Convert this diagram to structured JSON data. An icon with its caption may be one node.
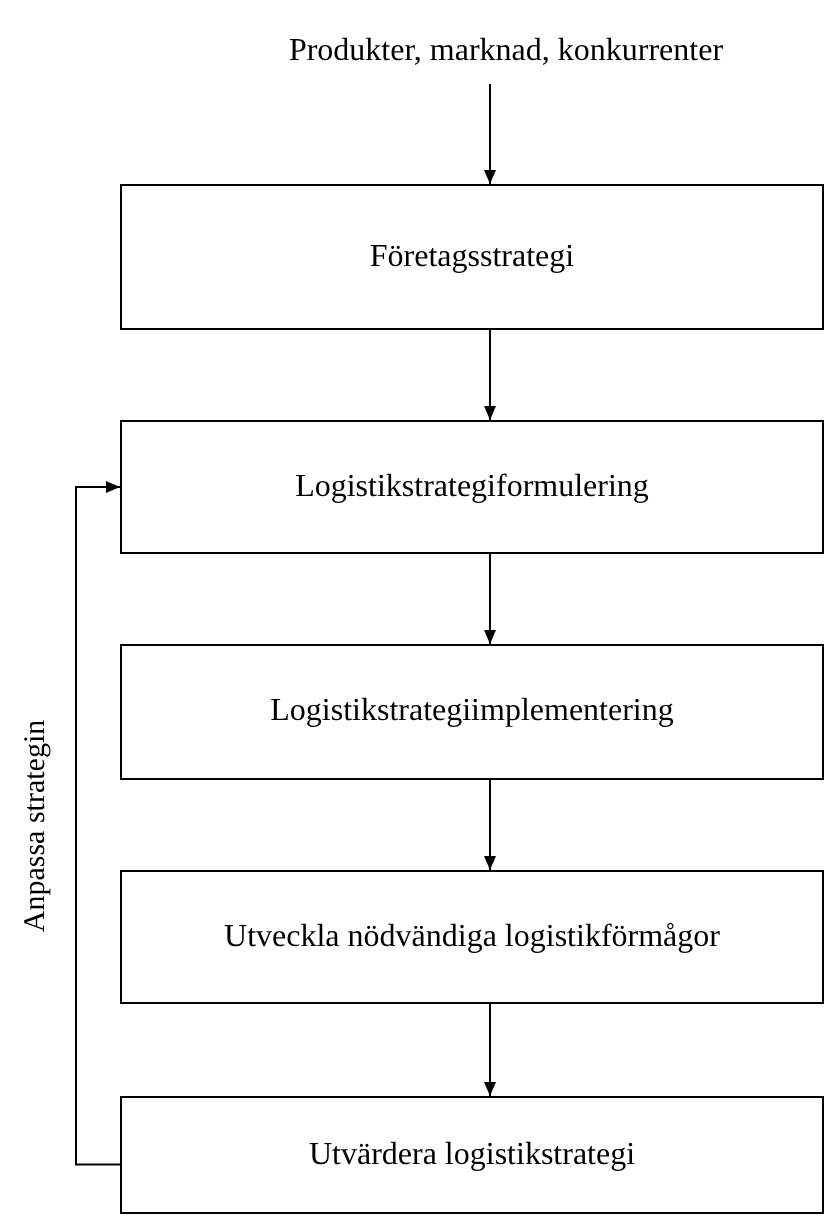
{
  "diagram": {
    "nodes": [
      {
        "text": [
          "Produkter, marknad, konkurrenter"
        ]
      },
      {
        "text": [
          "Företagsstrategi"
        ]
      },
      {
        "text": [
          "Logistikstrategiformulering"
        ]
      },
      {
        "text": [
          "Logistikstrategiimplementering"
        ]
      },
      {
        "text": [
          "Utveckla nödvändiga logistikförmågor"
        ]
      },
      {
        "text": [
          "Utvärdera logistikstrategi"
        ]
      }
    ],
    "edges": [
      {
        "from": 0,
        "to": 1,
        "arrow": "to"
      },
      {
        "from": 1,
        "to": 2,
        "arrow": "to"
      },
      {
        "from": 2,
        "to": 3,
        "arrow": "to"
      },
      {
        "from": 3,
        "to": 4,
        "arrow": "to"
      },
      {
        "from": 4,
        "to": 5,
        "arrow": "to"
      },
      {
        "from": 5,
        "to": 2,
        "arrow": "to",
        "label": "Anpassa strategin"
      }
    ]
  }
}
